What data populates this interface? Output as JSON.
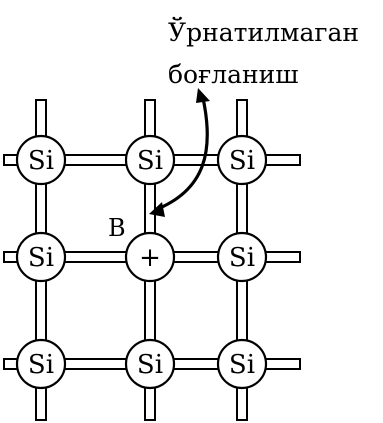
{
  "caption": {
    "line1": "Ўрнатилмаган",
    "line2": "боғланиш"
  },
  "impurity_label": "B",
  "lattice": {
    "rows": [
      [
        "Si",
        "Si",
        "Si"
      ],
      [
        "Si",
        "+",
        "Si"
      ],
      [
        "Si",
        "Si",
        "Si"
      ]
    ]
  }
}
